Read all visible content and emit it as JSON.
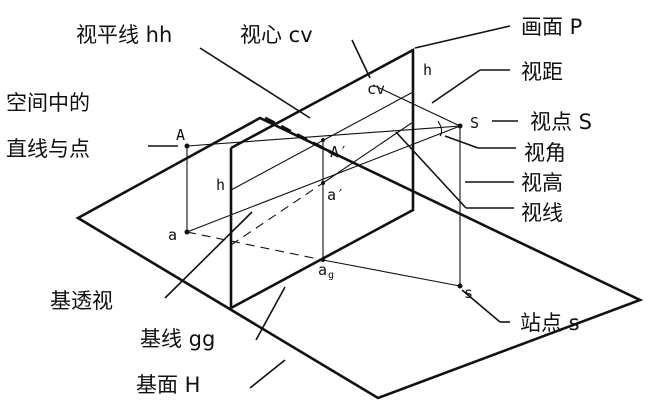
{
  "labels": {
    "horizon_line": "视平线 hh",
    "center_of_vision": "视心 cv",
    "picture_plane": "画面 P",
    "space_line_1": "空间中的",
    "space_line_2": "直线与点",
    "viewing_distance": "视距",
    "viewpoint": "视点 S",
    "viewing_angle": "视角",
    "eye_height": "视高",
    "sight_line": "视线",
    "base_perspective": "基透视",
    "ground_line": "基线 gg",
    "ground_plane": "基面 H",
    "station_point": "站点 s"
  },
  "points": {
    "A": "A",
    "A_prime": "A′",
    "a": "a",
    "a_prime": "a′",
    "a_g": "a",
    "a_g_sub": "g",
    "h_left": "h",
    "h_right": "h",
    "cv": "cv",
    "S": "S",
    "s": "s"
  }
}
